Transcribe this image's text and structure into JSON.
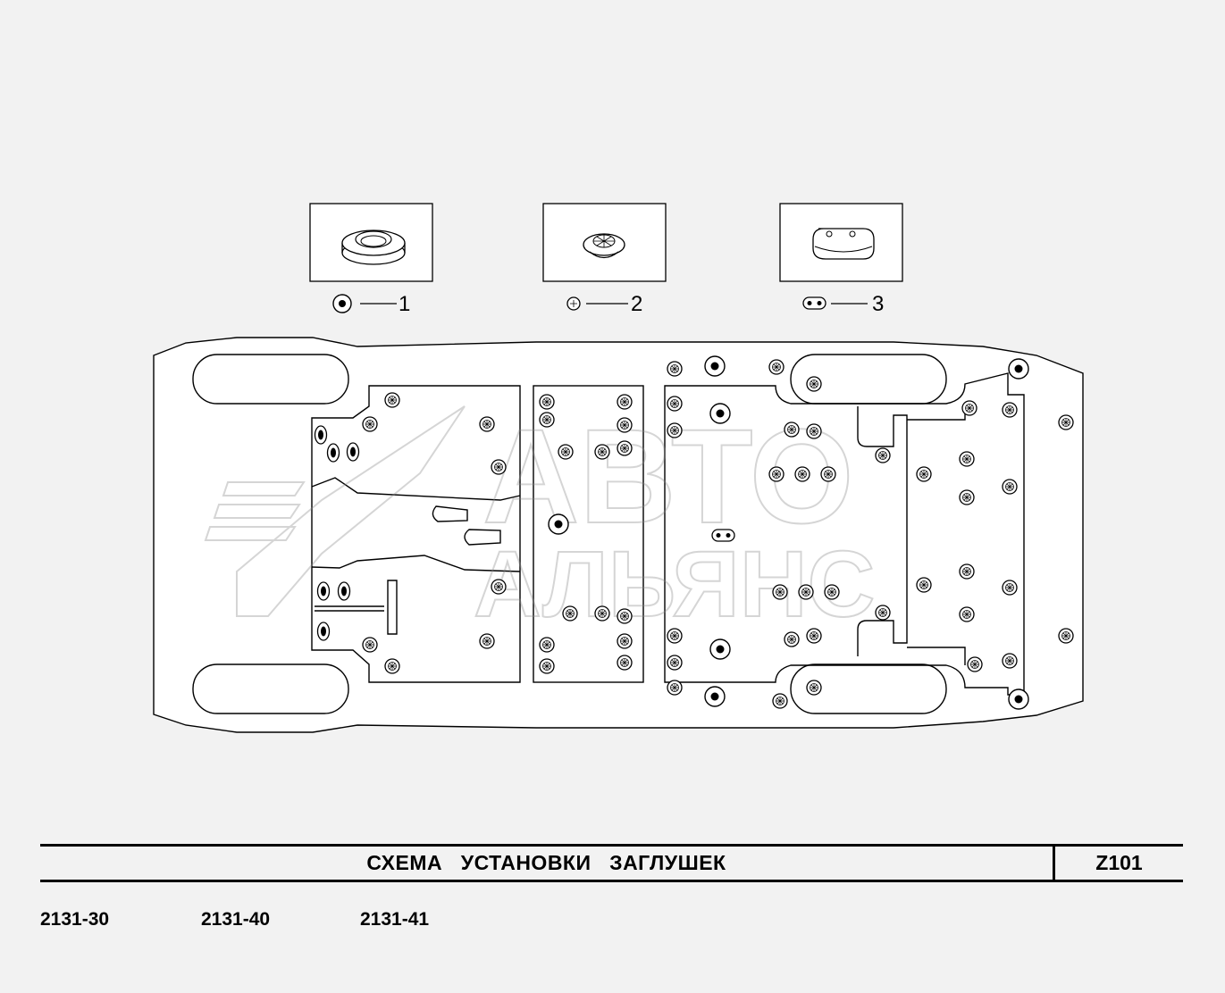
{
  "legend": [
    {
      "number": "1",
      "icon": "large-plug-icon"
    },
    {
      "number": "2",
      "icon": "small-plug-icon"
    },
    {
      "number": "3",
      "icon": "oval-plug-icon"
    }
  ],
  "watermark": {
    "line1": "АВТО",
    "line2": "АЛЬЯНС"
  },
  "title": "СХЕМА   УСТАНОВКИ   ЗАГЛУШЕК",
  "code": "Z101",
  "models": [
    "2131-30",
    "2131-40",
    "2131-41"
  ],
  "colors": {
    "background": "#f2f2f2",
    "line": "#000000",
    "watermark": "#c8c8c8"
  }
}
